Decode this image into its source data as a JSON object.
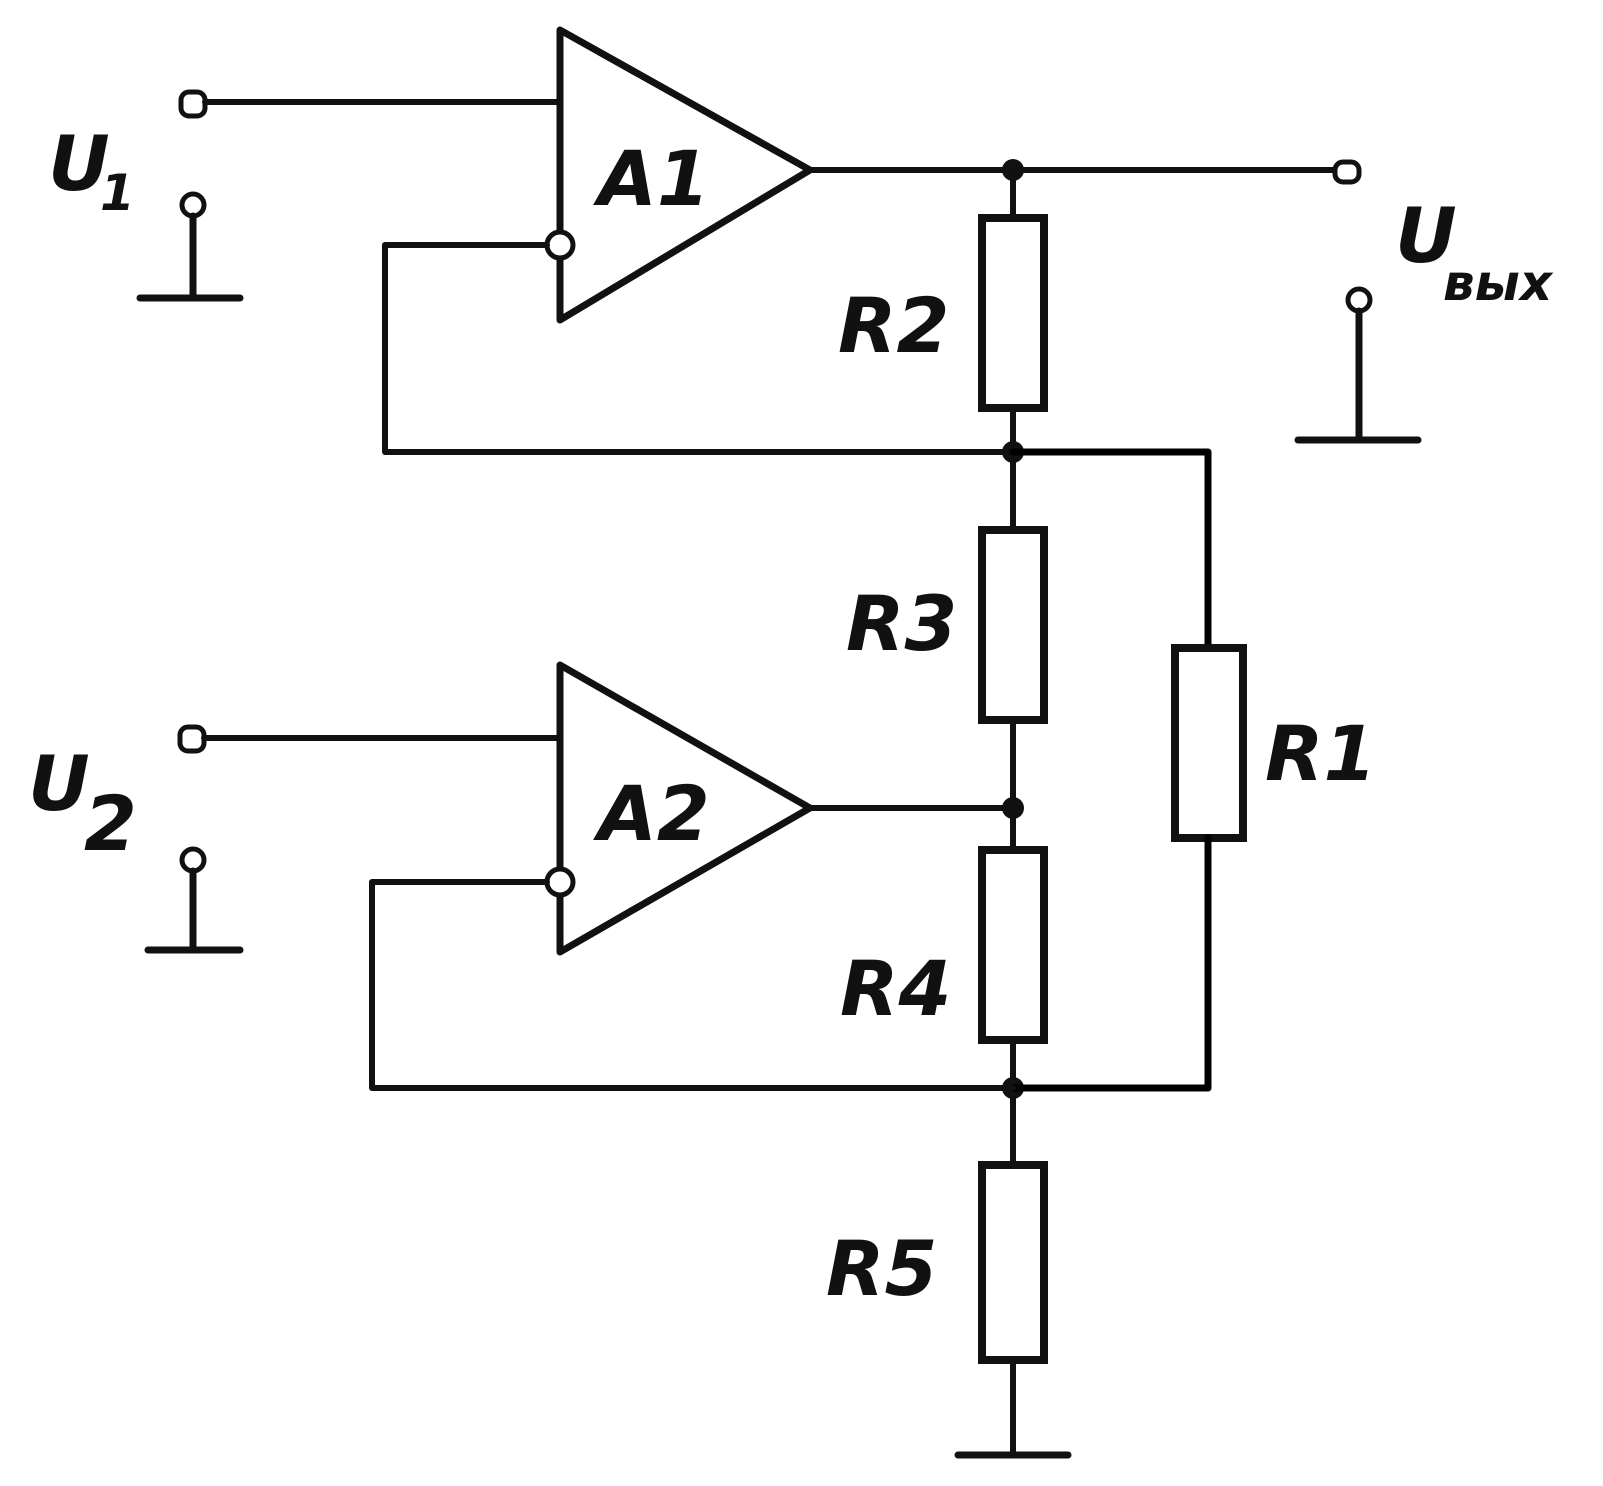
{
  "diagram": {
    "amplifiers": [
      {
        "id": "A1",
        "label": "A1"
      },
      {
        "id": "A2",
        "label": "A2"
      }
    ],
    "resistors": [
      {
        "id": "R1",
        "label": "R1"
      },
      {
        "id": "R2",
        "label": "R2"
      },
      {
        "id": "R3",
        "label": "R3"
      },
      {
        "id": "R4",
        "label": "R4"
      },
      {
        "id": "R5",
        "label": "R5"
      }
    ],
    "terminals": {
      "u1": {
        "symbol": "U",
        "subscript": "1"
      },
      "u2": {
        "symbol": "U",
        "subscript": "2"
      },
      "uout": {
        "symbol": "U",
        "subscript": "вых"
      }
    },
    "colors": {
      "ink": "#111111",
      "background": "#ffffff"
    }
  }
}
